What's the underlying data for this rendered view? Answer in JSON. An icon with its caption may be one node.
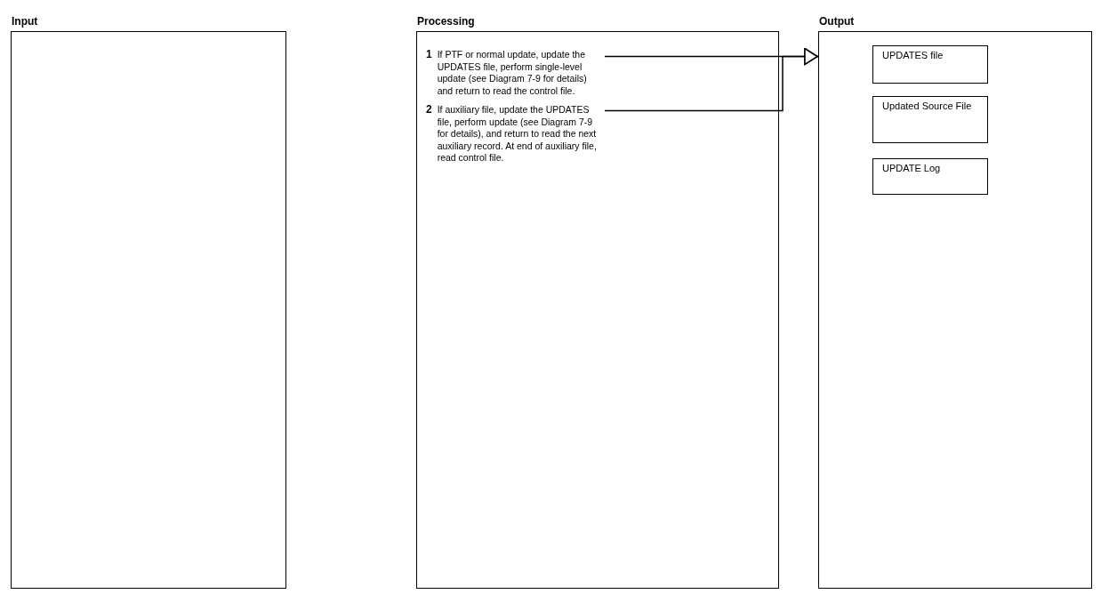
{
  "diagram": {
    "nodes": [
      {
        "text": [
          "Input"
        ]
      },
      {
        "text": [
          "Processing"
        ]
      },
      {
        "text": [
          "1",
          "If PTF or normal update, update the UPDATES file, perform single-level update (see Diagram 7-9 for details) and return to read the control file."
        ],
        "in": 1
      },
      {
        "text": [
          "2",
          "If auxiliary file, update the UPDATES file, perform update (see Diagram 7-9 for details), and return to read the next auxiliary record. At end of auxiliary file, read control file."
        ],
        "in": 1
      },
      {
        "text": [
          "Output"
        ]
      },
      {
        "text": [
          "UPDATES file"
        ],
        "in": 4
      },
      {
        "text": [
          "Updated Source File"
        ],
        "in": 4
      },
      {
        "text": [
          "UPDATE Log"
        ],
        "in": 4
      }
    ],
    "edges": [
      {
        "from": 2,
        "to": 4,
        "arrow": "to"
      },
      {
        "from": 3,
        "to": 4,
        "arrow": "to"
      }
    ]
  }
}
